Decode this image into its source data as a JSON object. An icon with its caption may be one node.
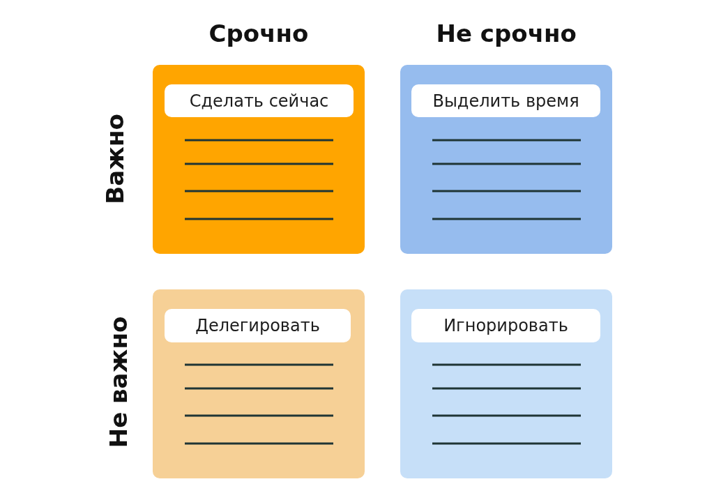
{
  "diagram": {
    "nodes": [
      {
        "text": [],
        "shape": "box"
      },
      {
        "text": [
          "Сделать сейчас"
        ],
        "in": 0
      },
      {
        "text": [],
        "shape": "box"
      },
      {
        "text": [
          "Выделить время"
        ],
        "in": 2
      },
      {
        "text": [],
        "shape": "box"
      },
      {
        "text": [
          "Делегировать"
        ],
        "in": 4
      },
      {
        "text": [],
        "shape": "box"
      },
      {
        "text": [
          "Игнорировать"
        ],
        "in": 6
      }
    ],
    "labels": [
      "Срочно",
      "Не срочно",
      "Важно",
      "Не важно"
    ]
  }
}
